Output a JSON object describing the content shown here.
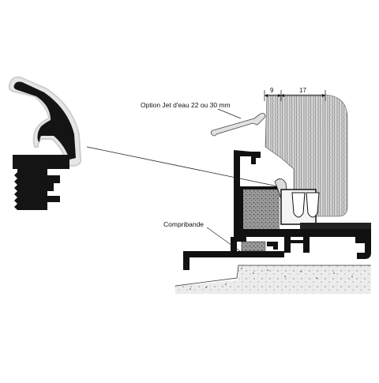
{
  "labels": {
    "jet_deau": "Option Jet d'eau 22 ou 30 mm",
    "compribande": "Compribande"
  },
  "dimensions": {
    "left": "9",
    "right": "17"
  },
  "colors": {
    "profile_black": "#111111",
    "seal_outline": "#d8d8d8",
    "wood_grain": "#6a6a6a",
    "concrete": "#cfcfcf"
  }
}
